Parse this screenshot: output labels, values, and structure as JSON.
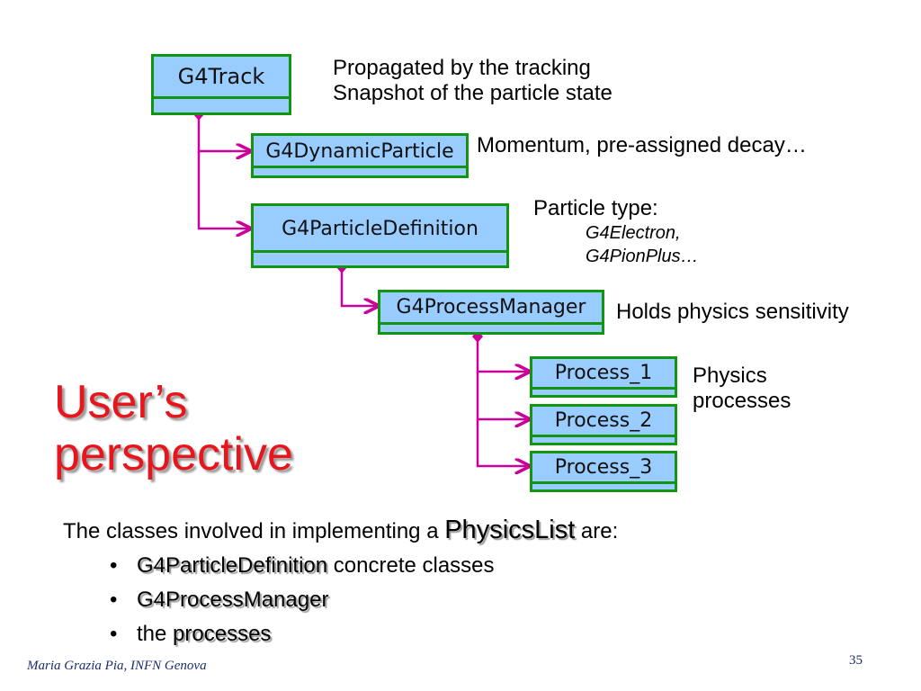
{
  "diagram": {
    "classes": {
      "track": "G4Track",
      "dynamic_particle": "G4DynamicParticle",
      "particle_definition": "G4ParticleDefinition",
      "process_manager": "G4ProcessManager",
      "process_1": "Process_1",
      "process_2": "Process_2",
      "process_3": "Process_3"
    },
    "notes": {
      "track_line1": "Propagated by the tracking",
      "track_line2": "Snapshot of the particle state",
      "dynamic_particle": "Momentum, pre-assigned decay…",
      "particle_type_label": "Particle type:",
      "particle_type_ex1": "G4Electron,",
      "particle_type_ex2": "G4PionPlus…",
      "process_manager": "Holds physics sensitivity",
      "processes_line1": "Physics",
      "processes_line2": "processes"
    }
  },
  "title": {
    "line1": "User’s",
    "line2": "perspective"
  },
  "body": {
    "intro_before": "The classes involved in implementing a ",
    "intro_highlight": "PhysicsList",
    "intro_after": " are:",
    "bullet": "•",
    "item1_highlight": "G4ParticleDefinition",
    "item1_rest": " concrete classes",
    "item2_highlight": "G4ProcessManager",
    "item3_prefix": "the ",
    "item3_highlight": "processes"
  },
  "footer": {
    "author": "Maria Grazia Pia, INFN Genova",
    "page": "35"
  },
  "colors": {
    "box_fill": "#99ccff",
    "box_border": "#129612",
    "connector": "#cc0099",
    "title": "#e8151c"
  }
}
